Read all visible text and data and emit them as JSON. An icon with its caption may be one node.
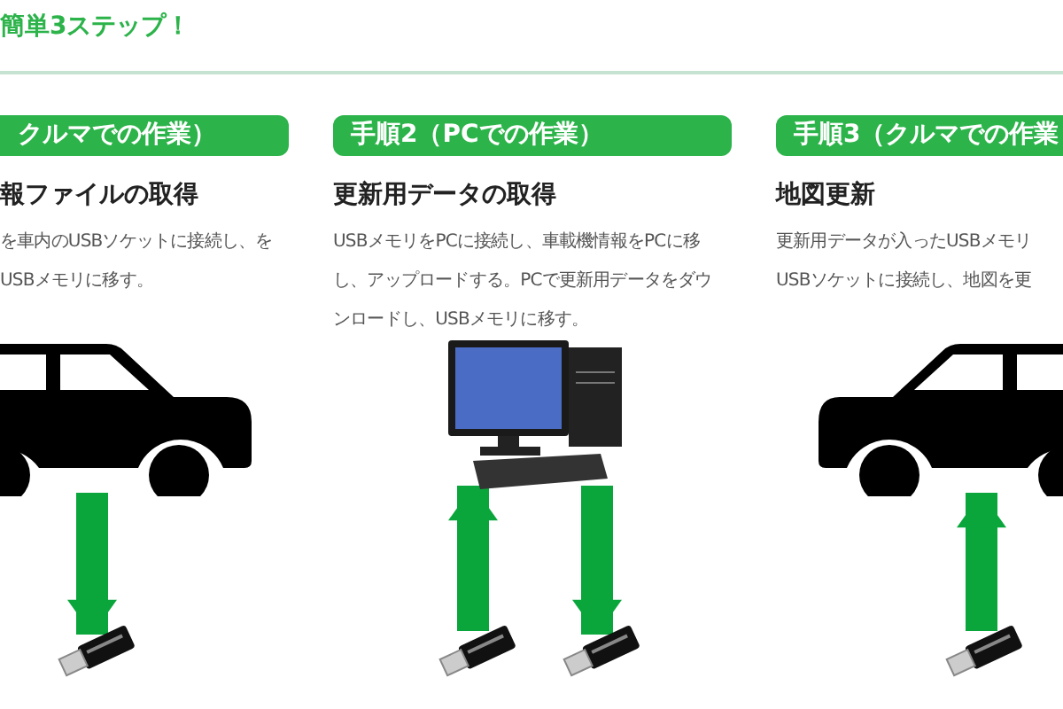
{
  "diagram": {
    "nodes": [
      {
        "text": [
          "クルマでの作業）"
        ]
      },
      {
        "text": [
          "手順2（PCでの作業）"
        ]
      },
      {
        "text": [
          "手順3（クルマでの作業"
        ]
      },
      {
        "text": [],
        "shape": "picture"
      },
      {
        "text": [],
        "shape": "picture"
      },
      {
        "text": [],
        "shape": "picture"
      },
      {
        "text": [],
        "shape": "picture"
      },
      {
        "text": [],
        "shape": "picture"
      },
      {
        "text": [],
        "shape": "picture"
      },
      {
        "text": [],
        "shape": "picture"
      }
    ],
    "edges": [
      {
        "from": 3,
        "to": 4,
        "arrow": "to"
      },
      {
        "from": 6,
        "to": 5,
        "arrow": "to"
      },
      {
        "from": 5,
        "to": 7,
        "arrow": "to"
      },
      {
        "from": 9,
        "to": 8,
        "arrow": "to"
      }
    ],
    "labels": [
      "簡単3ステップ！",
      "報ファイルの取得",
      "を車内のUSBソケットに接続し、をUSBメモリに移す。",
      "更新用データの取得",
      "USBメモリをPCに接続し、車載機情報をPCに移し、アップロードする。PCで更新用データをダウンロードし、USBメモリに移す。",
      "地図更新",
      "更新用データが入ったUSBメモリUSBソケットに接続し、地図を更"
    ]
  }
}
